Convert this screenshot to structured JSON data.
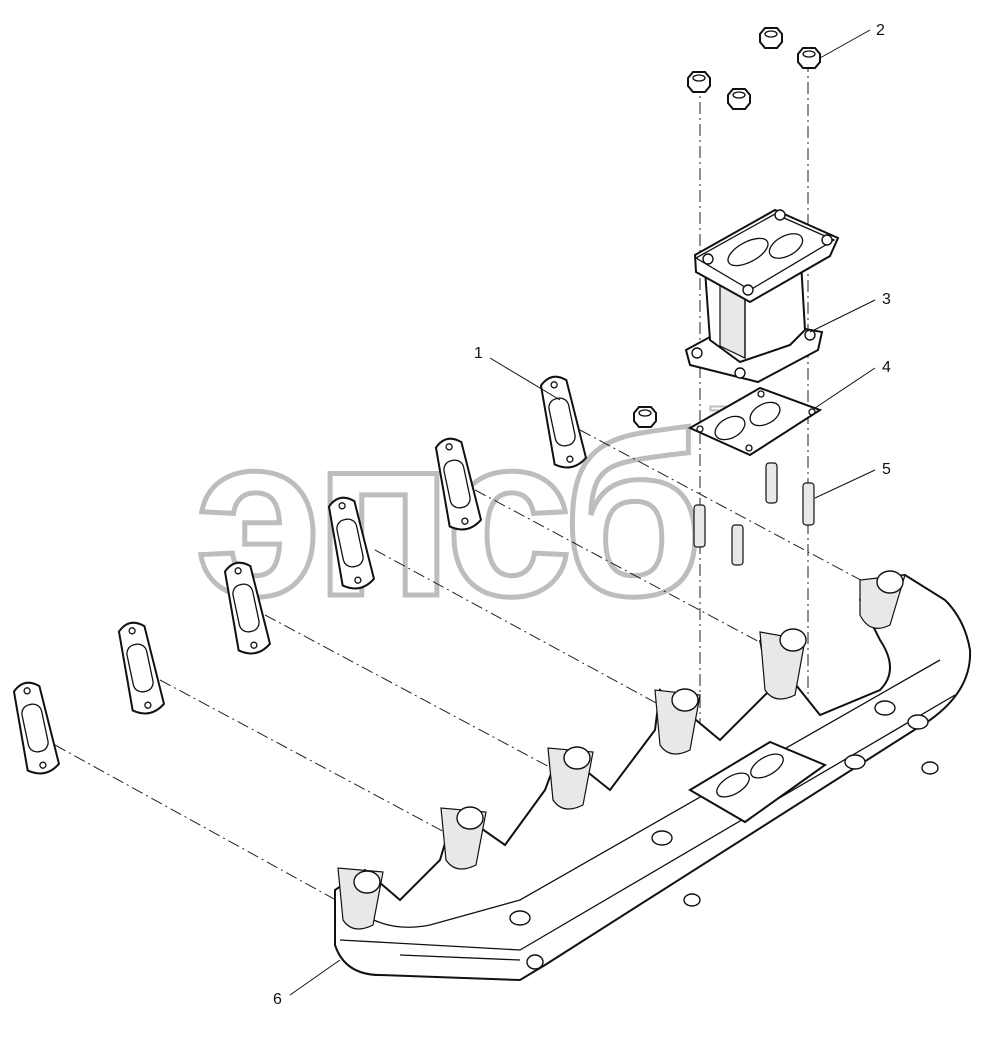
{
  "watermark": {
    "text": "эпсб",
    "trademark": "TM"
  },
  "callouts": [
    {
      "id": "1",
      "label": "1"
    },
    {
      "id": "2",
      "label": "2"
    },
    {
      "id": "3",
      "label": "3"
    },
    {
      "id": "4",
      "label": "4"
    },
    {
      "id": "5",
      "label": "5"
    },
    {
      "id": "6",
      "label": "6"
    }
  ],
  "parts": [
    {
      "id": "gasket",
      "icon": "flange-gasket-icon",
      "count": 6
    },
    {
      "id": "nut",
      "icon": "hex-nut-icon",
      "count": 5
    },
    {
      "id": "adapter",
      "icon": "turbo-adapter-icon",
      "count": 1
    },
    {
      "id": "adapter-gasket",
      "icon": "adapter-gasket-icon",
      "count": 1
    },
    {
      "id": "stud",
      "icon": "stud-icon",
      "count": 4
    },
    {
      "id": "manifold",
      "icon": "exhaust-manifold-icon",
      "count": 1
    }
  ]
}
